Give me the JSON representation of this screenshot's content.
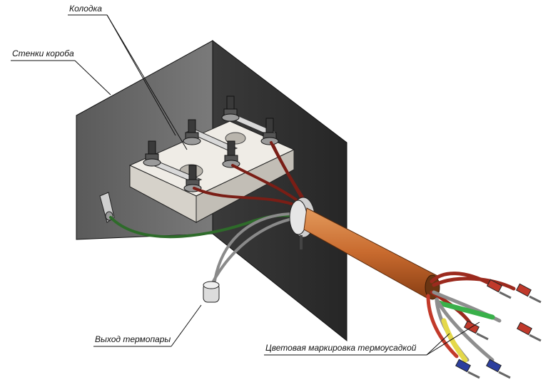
{
  "callouts": {
    "block": "Колодка",
    "box_walls": "Стенки короба",
    "thermocouple_outlet": "Выход термопары",
    "color_marking": "Цветовая маркировка термоусадкой"
  },
  "colors": {
    "wall_left": "#6f6f6f",
    "wall_right": "#2f2f2f",
    "block": "#dedad3",
    "bolt": "#3a3a3a",
    "wire_red": "#7a1e16",
    "wire_green": "#2e6b2a",
    "wire_gray": "#8a8a8a",
    "sheath": "#c86a2e",
    "tube_green": "#39b04a",
    "tube_yellow": "#e4d84a",
    "ferrule_red": "#c0392b",
    "ferrule_blue": "#2c3f9e"
  }
}
